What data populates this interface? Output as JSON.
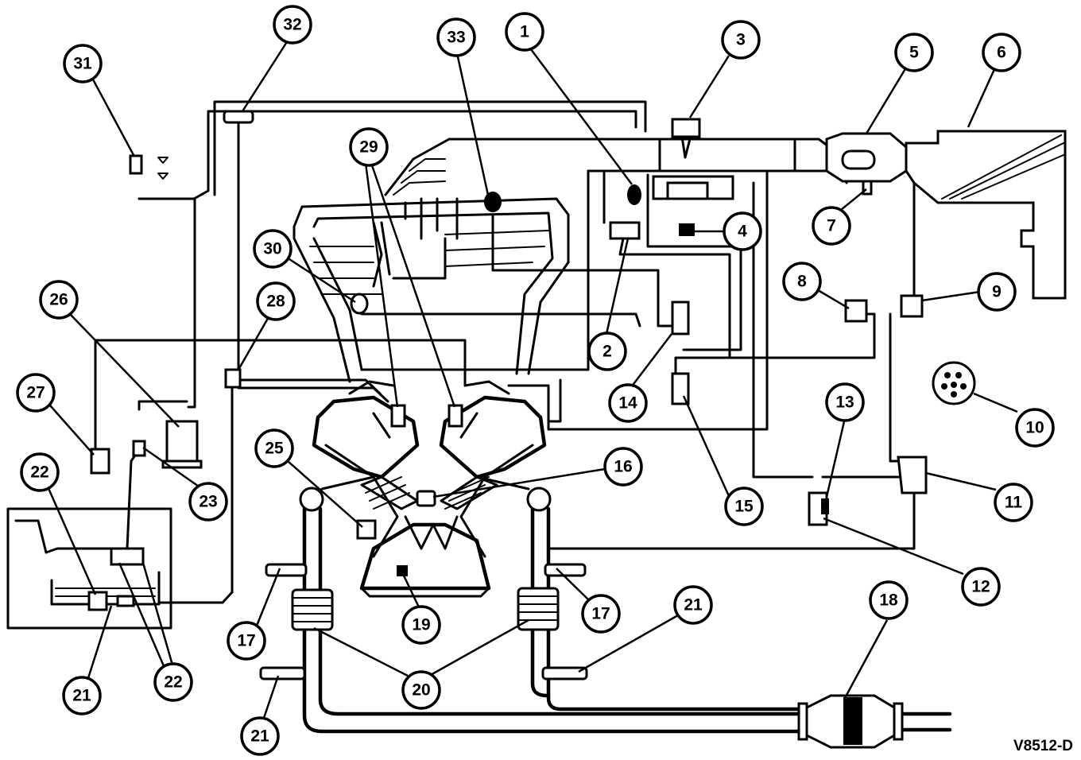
{
  "figure_code": "V8512-D",
  "callouts": [
    {
      "id": "c1",
      "label": "1"
    },
    {
      "id": "c2",
      "label": "2"
    },
    {
      "id": "c3",
      "label": "3"
    },
    {
      "id": "c4",
      "label": "4"
    },
    {
      "id": "c5",
      "label": "5"
    },
    {
      "id": "c6",
      "label": "6"
    },
    {
      "id": "c7",
      "label": "7"
    },
    {
      "id": "c8",
      "label": "8"
    },
    {
      "id": "c9",
      "label": "9"
    },
    {
      "id": "c10",
      "label": "10"
    },
    {
      "id": "c11",
      "label": "11"
    },
    {
      "id": "c12",
      "label": "12"
    },
    {
      "id": "c13",
      "label": "13"
    },
    {
      "id": "c14",
      "label": "14"
    },
    {
      "id": "c15",
      "label": "15"
    },
    {
      "id": "c16",
      "label": "16"
    },
    {
      "id": "c17a",
      "label": "17"
    },
    {
      "id": "c17b",
      "label": "17"
    },
    {
      "id": "c18",
      "label": "18"
    },
    {
      "id": "c19",
      "label": "19"
    },
    {
      "id": "c20",
      "label": "20"
    },
    {
      "id": "c21a",
      "label": "21"
    },
    {
      "id": "c21b",
      "label": "21"
    },
    {
      "id": "c21c",
      "label": "21"
    },
    {
      "id": "c22a",
      "label": "22"
    },
    {
      "id": "c22b",
      "label": "22"
    },
    {
      "id": "c23",
      "label": "23"
    },
    {
      "id": "c25",
      "label": "25"
    },
    {
      "id": "c26",
      "label": "26"
    },
    {
      "id": "c27",
      "label": "27"
    },
    {
      "id": "c28",
      "label": "28"
    },
    {
      "id": "c29",
      "label": "29"
    },
    {
      "id": "c30",
      "label": "30"
    },
    {
      "id": "c31",
      "label": "31"
    },
    {
      "id": "c32",
      "label": "32"
    },
    {
      "id": "c33",
      "label": "33"
    }
  ]
}
